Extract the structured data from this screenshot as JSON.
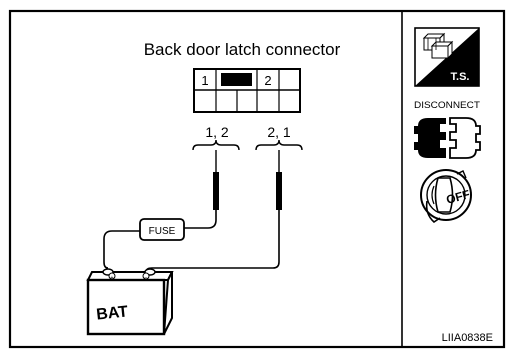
{
  "title": "Back door latch connector",
  "connector": {
    "top_cells": [
      "1",
      "",
      "2",
      ""
    ],
    "pin_labels": [
      "1, 2",
      "2, 1"
    ]
  },
  "fuse_label": "FUSE",
  "battery": {
    "label": "BAT",
    "terminal_signs": [
      "+",
      "−"
    ]
  },
  "icons": {
    "ts": "T.S.",
    "disconnect": "DISCONNECT",
    "off": "OFF"
  },
  "figure_id": "LIIA0838E"
}
